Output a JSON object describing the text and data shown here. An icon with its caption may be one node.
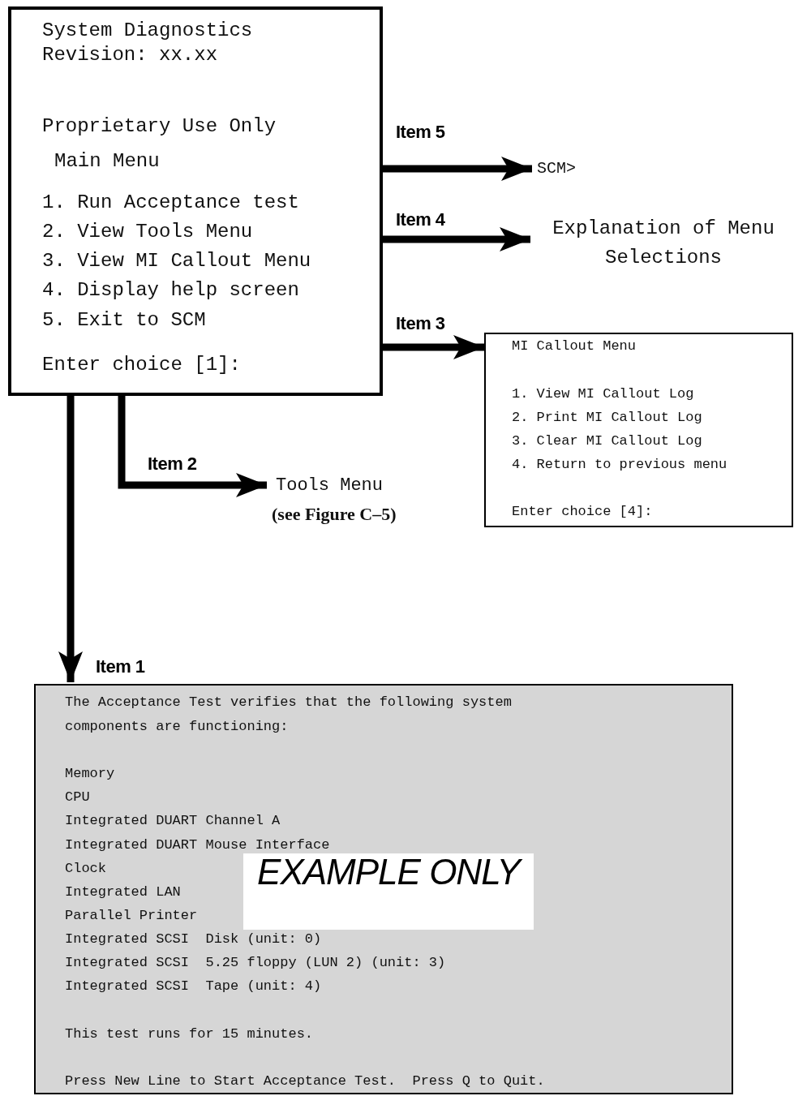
{
  "diagram": {
    "nodes": [
      {
        "text": [
          "System Diagnostics",
          "Revision: xx.xx",
          "Proprietary Use Only",
          "Main Menu",
          "1. Run Acceptance test",
          "2. View Tools Menu",
          "3. View MI Callout Menu",
          "4. Display help screen",
          "5. Exit to SCM",
          "Enter choice [1]:"
        ]
      },
      {
        "text": [
          "SCM>"
        ]
      },
      {
        "text": [
          "Explanation of Menu Selections"
        ]
      },
      {
        "text": [
          "MI Callout Menu",
          "1. View MI Callout Log",
          "2. Print MI Callout Log",
          "3. Clear MI Callout Log",
          "4. Return to previous menu",
          "Enter choice [4]:"
        ]
      },
      {
        "text": [
          "Tools Menu",
          "(see Figure C–5)"
        ]
      },
      {
        "text": [
          "The Acceptance Test verifies that the following system components are functioning:",
          "Memory",
          "CPU",
          "Integrated DUART Channel A",
          "Integrated DUART Mouse Interface",
          "Clock",
          "Integrated LAN",
          "Parallel Printer",
          "Integrated SCSI  Disk (unit: 0)",
          "Integrated SCSI  5.25 floppy (LUN 2) (unit: 3)",
          "Integrated SCSI  Tape (unit: 4)",
          "This test runs for 15 minutes.",
          "Press New Line to Start Acceptance Test.  Press Q to Quit."
        ]
      }
    ],
    "edges": [
      {
        "from": 0,
        "to": 1,
        "arrow": "to",
        "label": "Item 5"
      },
      {
        "from": 0,
        "to": 2,
        "arrow": "to",
        "label": "Item 4"
      },
      {
        "from": 0,
        "to": 3,
        "arrow": "to",
        "label": "Item 3"
      },
      {
        "from": 0,
        "to": 4,
        "arrow": "to",
        "label": "Item 2"
      },
      {
        "from": 0,
        "to": 5,
        "arrow": "to",
        "label": "Item 1"
      }
    ],
    "labels": [
      "EXAMPLE ONLY"
    ]
  }
}
